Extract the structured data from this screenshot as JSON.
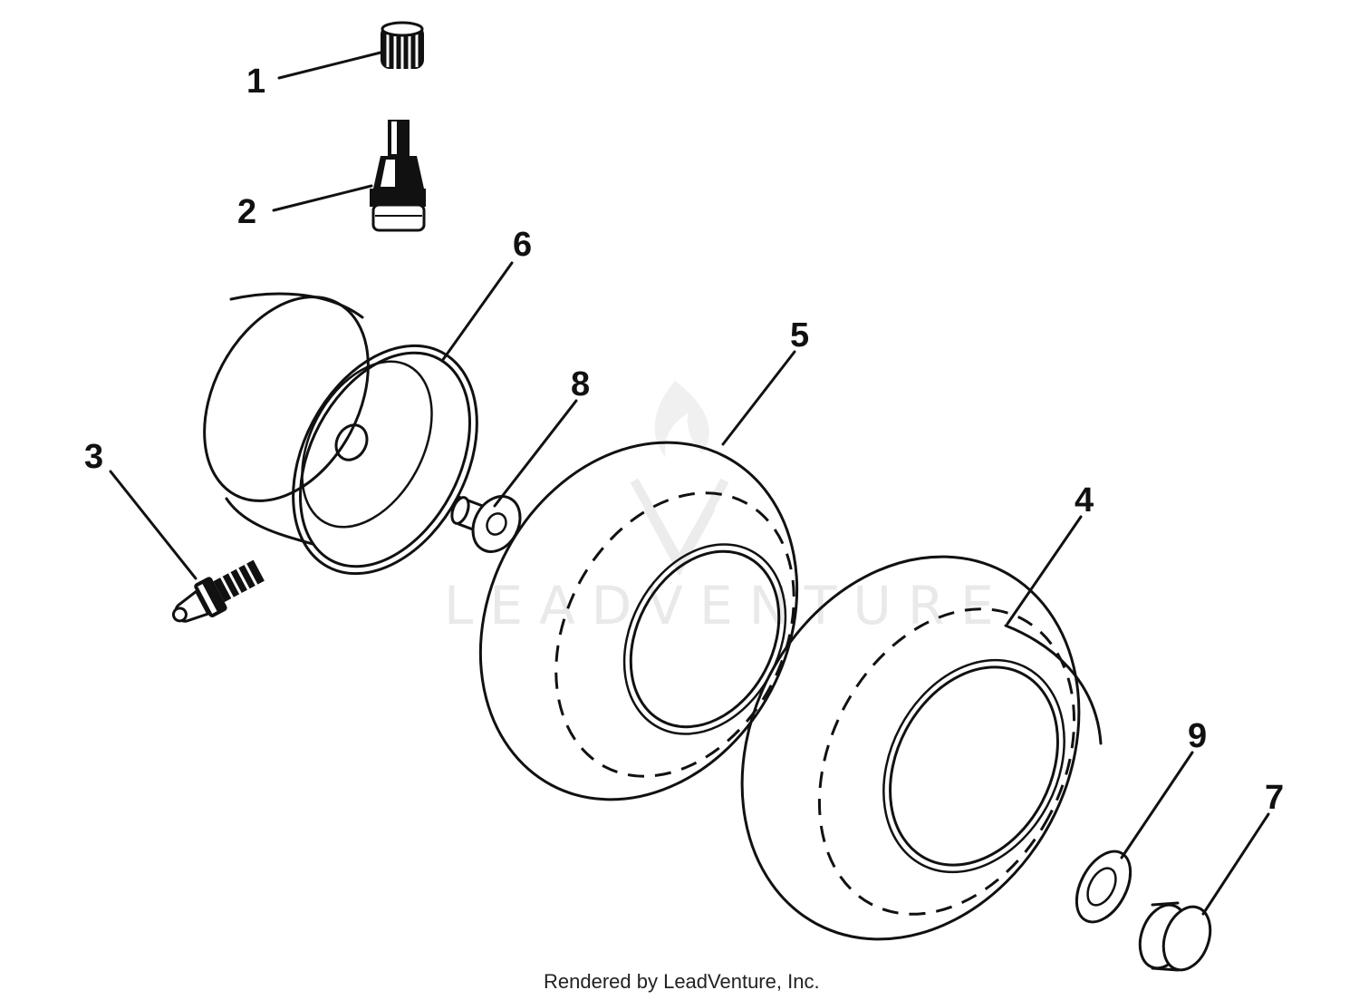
{
  "diagram": {
    "callouts": [
      "1",
      "2",
      "3",
      "4",
      "5",
      "6",
      "7",
      "8",
      "9"
    ],
    "watermark": "LEADVENTURE",
    "credit": "Rendered by LeadVenture, Inc."
  },
  "colors": {
    "ink": "#111111",
    "background": "#ffffff",
    "watermark": "#e9e9e9"
  }
}
